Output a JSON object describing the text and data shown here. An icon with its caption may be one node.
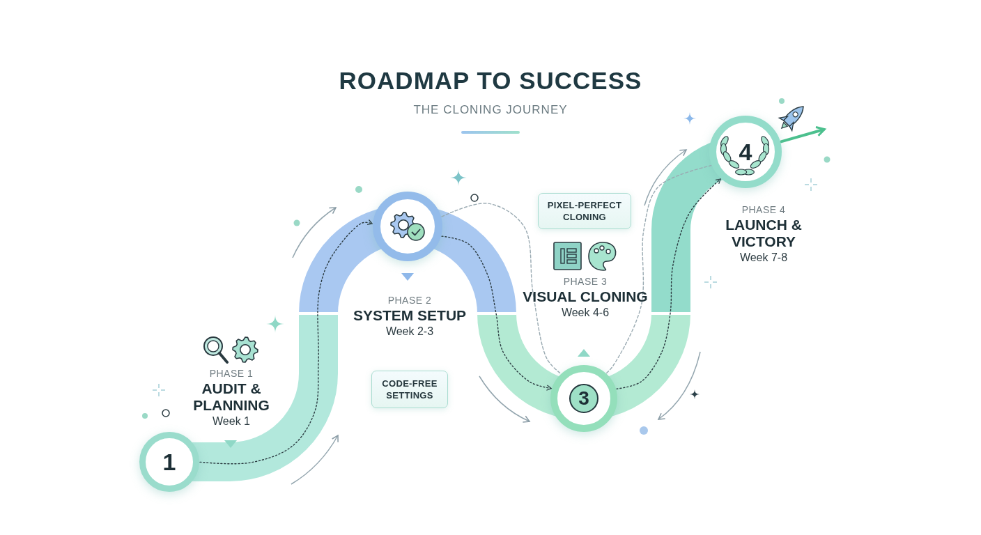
{
  "diagram": {
    "title": "ROADMAP TO SUCCESS",
    "caption": "THE CLONING JOURNEY",
    "nodes": [
      {
        "text": [
          "1"
        ],
        "beside": [
          "PHASE 1",
          "AUDIT & PLANNING",
          "Week 1"
        ]
      },
      {
        "text": [],
        "shape": "circle",
        "beside": [
          "PHASE 2",
          "SYSTEM SETUP",
          "Week 2-3"
        ]
      },
      {
        "text": [
          "3"
        ],
        "beside": [
          "PHASE 3",
          "VISUAL CLONING",
          "Week 4-6"
        ]
      },
      {
        "text": [
          "4"
        ],
        "beside": [
          "PHASE 4",
          "LAUNCH & VICTORY",
          "Week 7-8"
        ]
      },
      {
        "text": [
          "CODE-FREE SETTINGS"
        ]
      },
      {
        "text": [
          "PIXEL-PERFECT CLONING"
        ]
      }
    ],
    "edges": [
      {
        "from": 0,
        "to": 1,
        "arrow": "to",
        "style": "dashed"
      },
      {
        "from": 1,
        "to": 2,
        "arrow": "to",
        "style": "dashed"
      },
      {
        "from": 2,
        "to": 3,
        "arrow": "to",
        "style": "dashed"
      },
      {
        "from": 3,
        "to": null,
        "arrow": "to",
        "style": "thick",
        "color": "#4cc08e"
      },
      {
        "from": 1,
        "to": 2,
        "arrow": "none",
        "style": "dashed",
        "color": "#9aaab2"
      },
      {
        "from": 2,
        "to": 3,
        "arrow": "none",
        "style": "dashed",
        "color": "#9aaab2"
      }
    ]
  }
}
